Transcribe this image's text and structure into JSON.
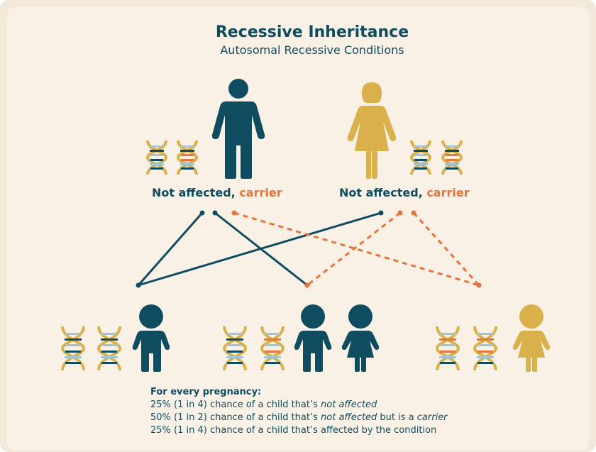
{
  "title": "Recessive Inheritance",
  "subtitle": "Autosomal Recessive Conditions",
  "parents": {
    "left": {
      "status": "Not affected,",
      "carrier": "carrier",
      "figure": "male-parent-icon"
    },
    "right": {
      "status": "Not affected,",
      "carrier": "carrier",
      "figure": "female-parent-icon"
    }
  },
  "children": [
    {
      "figures": [
        "boy-icon"
      ],
      "genes": [
        "normal",
        "normal"
      ]
    },
    {
      "figures": [
        "boy-icon",
        "girl-icon"
      ],
      "genes": [
        "normal",
        "carrier"
      ]
    },
    {
      "figures": [
        "girl-icon"
      ],
      "genes": [
        "carrier",
        "carrier"
      ]
    }
  ],
  "footer": {
    "lead": "For every pregnancy:",
    "line1_pre": "25% (1 in 4) chance of a child that’s ",
    "line1_em": "not affected",
    "line2_pre": "50% (1 in 2) chance of a child that’s ",
    "line2_em": "not affected",
    "line2_mid": " but is a ",
    "line2_em2": "carrier",
    "line3": "25% (1 in 4) chance of a child that’s affected by the condition"
  },
  "colors": {
    "teal": "#0f4c60",
    "gold": "#d9b04a",
    "orange": "#e8743a",
    "lightblue": "#9cc5d8"
  }
}
